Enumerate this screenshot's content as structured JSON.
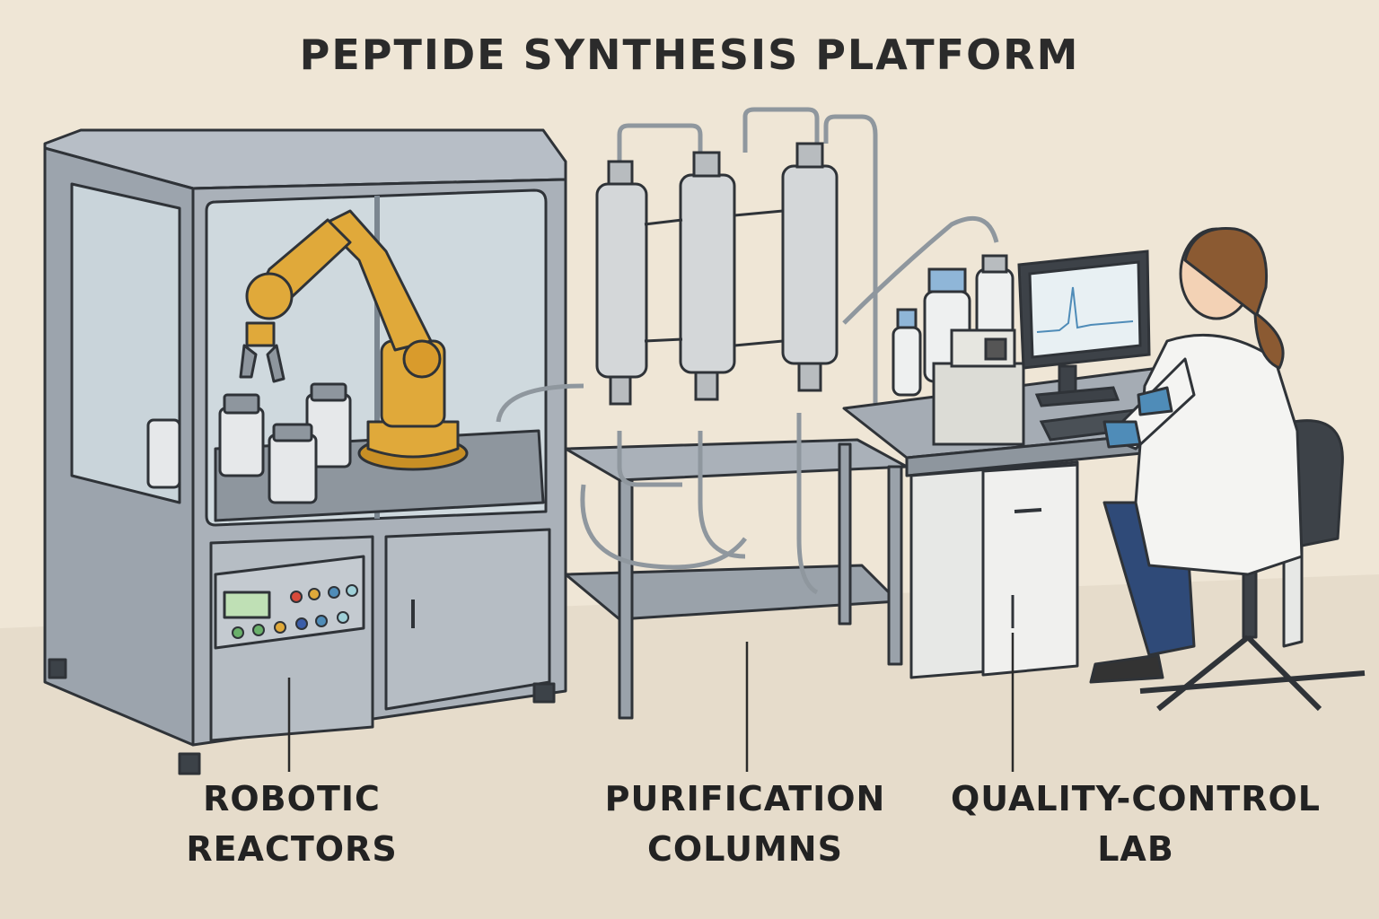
{
  "title": "PEPTIDE SYNTHESIS PLATFORM",
  "labels": {
    "robotic": {
      "line1": "ROBOTIC",
      "line2": "REACTORS"
    },
    "purification": {
      "line1": "PURIFICATION",
      "line2": "COLUMNS"
    },
    "qc": {
      "line1": "QUALITY-CONTROL",
      "line2": "LAB"
    }
  },
  "colors": {
    "background": "#efe6d6",
    "machine": "#a9b0b8",
    "robot_arm": "#e0a93a",
    "steel": "#c9ccce",
    "outline": "#2f3338",
    "lab_coat": "#f4f4f2",
    "glove": "#4f8cb8"
  }
}
